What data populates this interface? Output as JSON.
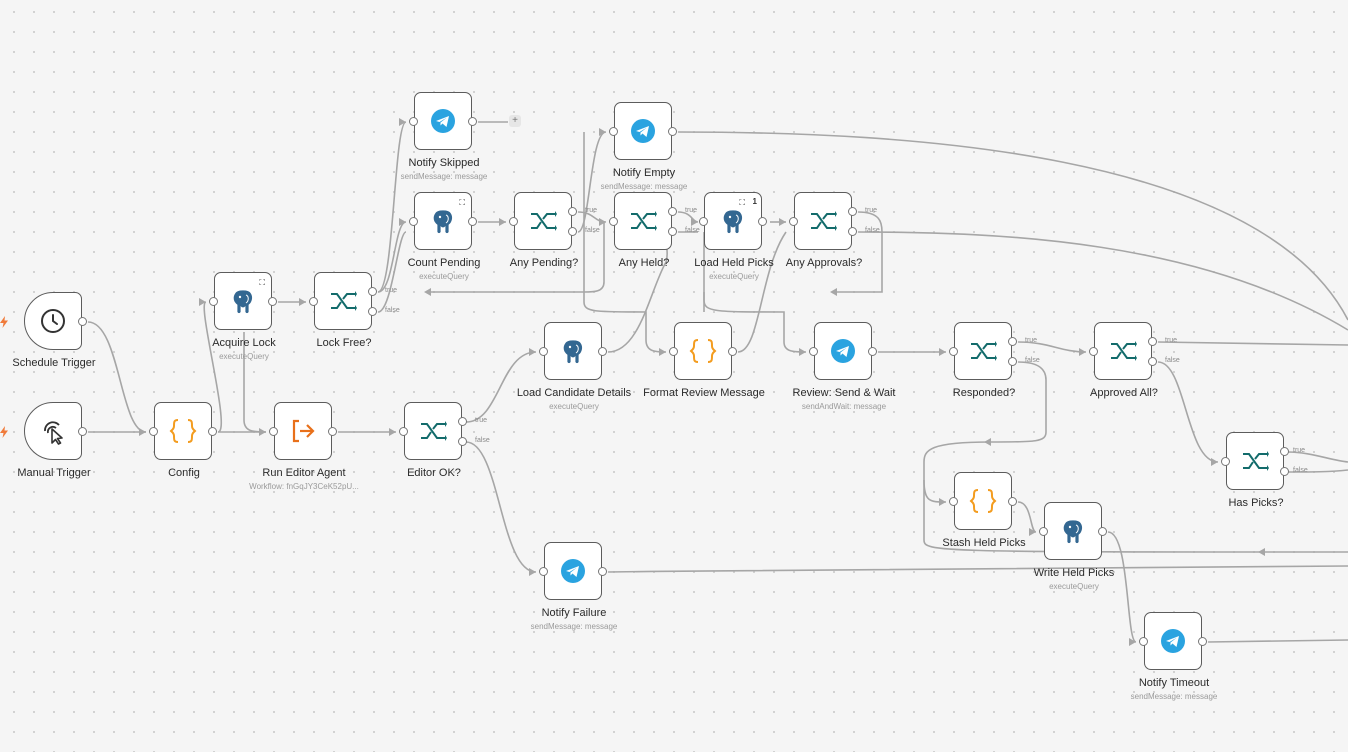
{
  "canvas": {
    "type": "workflow-editor",
    "node_count": 26
  },
  "nodes": [
    {
      "label": "Schedule Trigger",
      "subtitle": "",
      "icon": "clock-icon"
    },
    {
      "label": "Manual Trigger",
      "subtitle": "",
      "icon": "pointer-click-icon"
    },
    {
      "label": "Config",
      "subtitle": "",
      "icon": "code-braces-icon"
    },
    {
      "label": "Acquire Lock",
      "subtitle": "executeQuery",
      "icon": "postgres-elephant-icon"
    },
    {
      "label": "Lock Free?",
      "subtitle": "",
      "icon": "if-branch-icon"
    },
    {
      "label": "Notify Skipped",
      "subtitle": "sendMessage: message",
      "icon": "telegram-icon"
    },
    {
      "label": "Count Pending",
      "subtitle": "executeQuery",
      "icon": "postgres-elephant-icon"
    },
    {
      "label": "Any Pending?",
      "subtitle": "",
      "icon": "if-branch-icon"
    },
    {
      "label": "Notify Empty",
      "subtitle": "sendMessage: message",
      "icon": "telegram-icon"
    },
    {
      "label": "Any Held?",
      "subtitle": "",
      "icon": "if-branch-icon"
    },
    {
      "label": "Load Held Picks",
      "subtitle": "executeQuery",
      "icon": "postgres-elephant-icon",
      "badge": "1"
    },
    {
      "label": "Any Approvals?",
      "subtitle": "",
      "icon": "if-branch-icon"
    },
    {
      "label": "Run Editor Agent",
      "subtitle": "Workflow: fnGqJY3CeK52pU...",
      "icon": "execute-workflow-icon"
    },
    {
      "label": "Editor OK?",
      "subtitle": "",
      "icon": "if-branch-icon"
    },
    {
      "label": "Load Candidate Details",
      "subtitle": "executeQuery",
      "icon": "postgres-elephant-icon"
    },
    {
      "label": "Format Review Message",
      "subtitle": "",
      "icon": "code-braces-icon"
    },
    {
      "label": "Review: Send & Wait",
      "subtitle": "sendAndWait: message",
      "icon": "telegram-icon"
    },
    {
      "label": "Responded?",
      "subtitle": "",
      "icon": "if-branch-icon"
    },
    {
      "label": "Approved All?",
      "subtitle": "",
      "icon": "if-branch-icon"
    },
    {
      "label": "Has Picks?",
      "subtitle": "",
      "icon": "if-branch-icon"
    },
    {
      "label": "Stash Held Picks",
      "subtitle": "",
      "icon": "code-braces-icon"
    },
    {
      "label": "Write Held Picks",
      "subtitle": "executeQuery",
      "icon": "postgres-elephant-icon"
    },
    {
      "label": "Notify Failure",
      "subtitle": "sendMessage: message",
      "icon": "telegram-icon"
    },
    {
      "label": "Notify Timeout",
      "subtitle": "sendMessage: message",
      "icon": "telegram-icon"
    }
  ],
  "branch_labels": {
    "true": "true",
    "false": "false"
  },
  "add_button": {
    "label": "+"
  },
  "colors": {
    "edge": "#a6a6a6",
    "node_border": "#5c5c5c",
    "telegram": "#2aa3e0",
    "if_teal": "#126b6b",
    "code_orange": "#f39c1f",
    "execute_orange": "#e8701a",
    "postgres_blue": "#336791",
    "trigger_bolt": "#f07b3b"
  }
}
